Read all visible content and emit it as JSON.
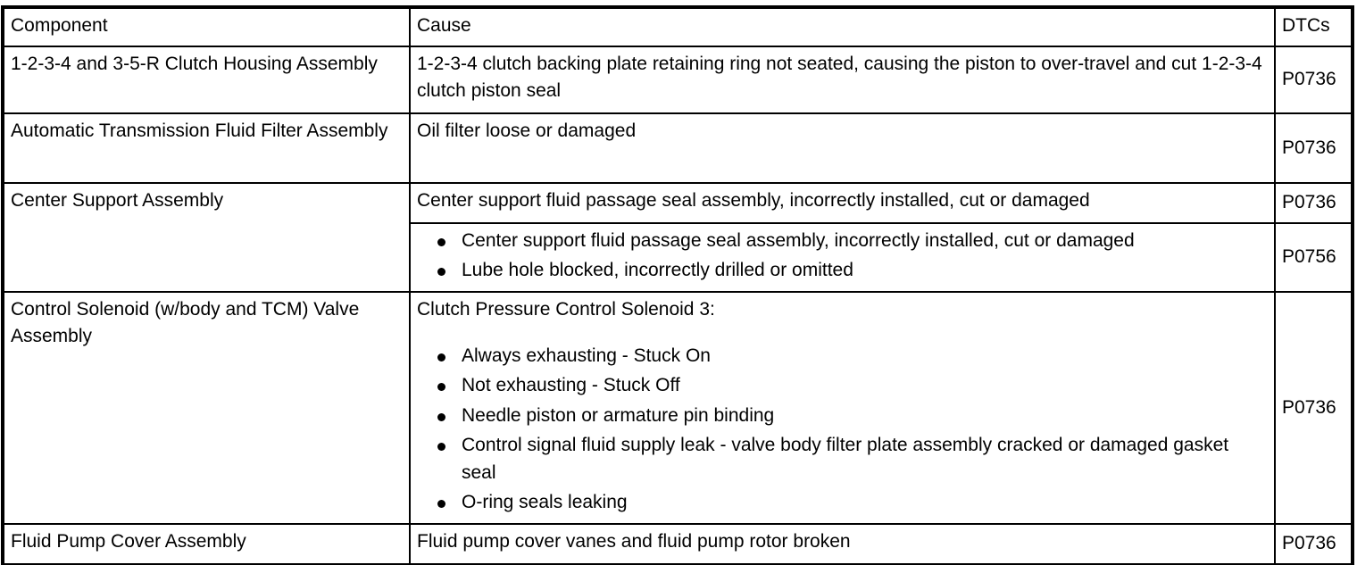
{
  "table": {
    "columns": [
      {
        "key": "component",
        "label": "Component",
        "align": "center"
      },
      {
        "key": "cause",
        "label": "Cause",
        "align": "center"
      },
      {
        "key": "dtcs",
        "label": "DTCs",
        "align": "center"
      }
    ],
    "rows": [
      {
        "component": "1-2-3-4 and 3-5-R Clutch Housing Assembly",
        "cause_text": "1-2-3-4 clutch backing plate retaining ring not seated, causing the piston to over-travel and cut 1-2-3-4 clutch piston seal",
        "cause_bullets": [],
        "dtcs": "P0736"
      },
      {
        "component": "Automatic Transmission Fluid Filter Assembly",
        "cause_text": "Oil filter loose or damaged",
        "cause_bullets": [],
        "dtcs": "P0736"
      },
      {
        "component": "Center Support Assembly",
        "cause_text": "Center support fluid passage seal assembly, incorrectly installed, cut or damaged",
        "cause_bullets": [],
        "dtcs": "P0736"
      },
      {
        "component": "",
        "cause_text": "",
        "cause_bullets": [
          "Center support fluid passage seal assembly, incorrectly installed, cut or damaged",
          "Lube hole blocked, incorrectly drilled or omitted"
        ],
        "dtcs": "P0756"
      },
      {
        "component": "Control Solenoid (w/body and TCM) Valve Assembly",
        "cause_text": "Clutch Pressure Control Solenoid 3:",
        "cause_bullets": [
          "Always exhausting - Stuck On",
          "Not exhausting - Stuck Off",
          "Needle piston or armature pin binding",
          "Control signal fluid supply leak - valve body filter plate assembly cracked or damaged gasket seal",
          "O-ring seals leaking"
        ],
        "dtcs": "P0736"
      },
      {
        "component": "Fluid Pump Cover Assembly",
        "cause_text": "Fluid pump cover vanes and fluid pump rotor broken",
        "cause_bullets": [],
        "dtcs": "P0736"
      }
    ]
  },
  "style": {
    "border_color": "#000000",
    "text_color": "#000000",
    "background": "#ffffff"
  }
}
